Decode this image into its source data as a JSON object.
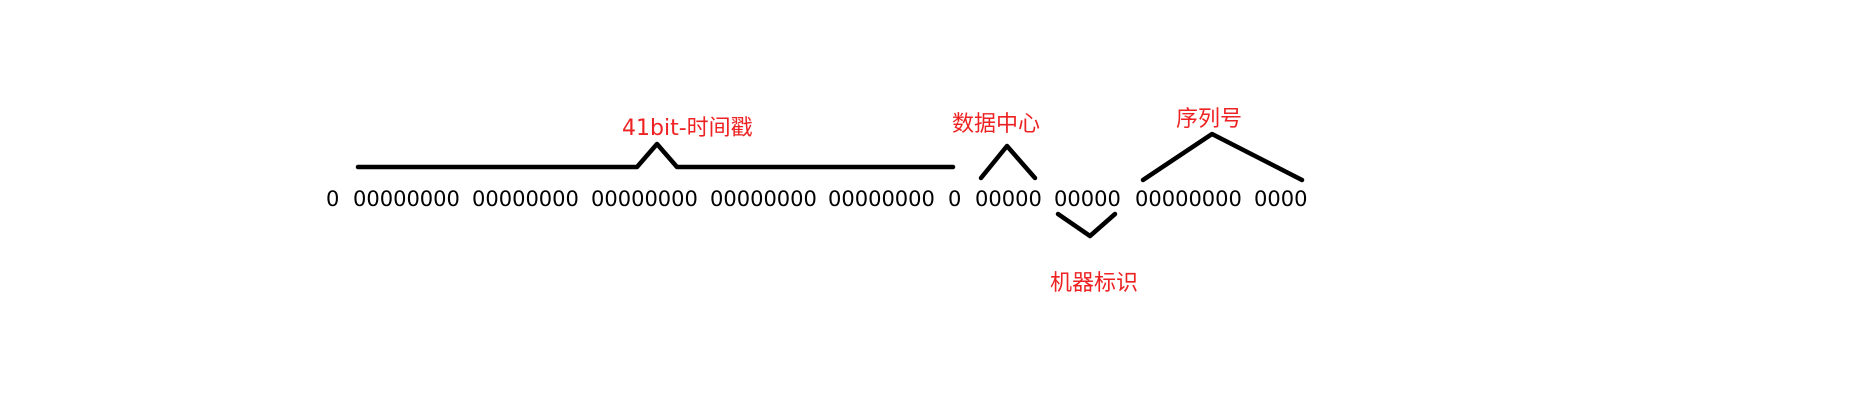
{
  "colors": {
    "line": "#000000",
    "label": "#ee2222"
  },
  "bit_groups": [
    "0",
    "00000000",
    "00000000",
    "00000000",
    "00000000",
    "00000000",
    "0",
    "00000",
    "00000",
    "00000000",
    "0000"
  ],
  "labels": {
    "timestamp": "41bit-时间戳",
    "datacenter": "数据中心",
    "machine": "机器标识",
    "sequence": "序列号"
  }
}
